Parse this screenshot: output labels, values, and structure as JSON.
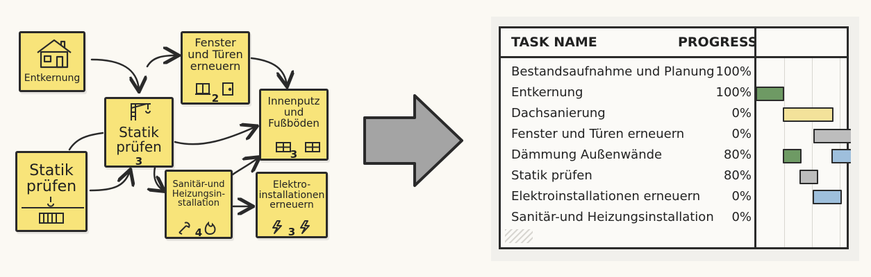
{
  "diagram": {
    "notes": {
      "entkernung": {
        "label": "Entkernung",
        "num": ""
      },
      "fenster": {
        "label": "Fenster\nund Türen\nerneuern",
        "num": "2"
      },
      "statik_center": {
        "label": "Statik\nprüfen",
        "num": "3"
      },
      "innenputz": {
        "label": "Innenputz\nund\nFußböden",
        "num": "3"
      },
      "statik_left": {
        "label": "Statik\nprüfen",
        "num": ""
      },
      "sanitaer": {
        "label": "Sanitär-und\nHeizungsin-\nstallation",
        "num": "4"
      },
      "elektro": {
        "label": "Elektro-\ninstallationen\nerneuern",
        "num": "3"
      }
    }
  },
  "gantt": {
    "headers": {
      "task": "TASK NAME",
      "progress": "PROGRESS"
    },
    "tasks": [
      {
        "name": "Bestandsaufnahme und Planung",
        "progress": "100%"
      },
      {
        "name": "Entkernung",
        "progress": "100%"
      },
      {
        "name": "Dachsanierung",
        "progress": "0%"
      },
      {
        "name": "Fenster und Türen erneuern",
        "progress": "0%"
      },
      {
        "name": "Dämmung Außenwände",
        "progress": "80%"
      },
      {
        "name": "Statik prüfen",
        "progress": "80%"
      },
      {
        "name": "Elektroinstallationen erneuern",
        "progress": "0%"
      },
      {
        "name": "Sanitär-und Heizungsinstallation",
        "progress": "0%"
      }
    ],
    "bar_colors": {
      "green": "#6e9a64",
      "yellow": "#f3e29a",
      "gray": "#bdbdbd",
      "blue": "#9ebfdc"
    }
  }
}
